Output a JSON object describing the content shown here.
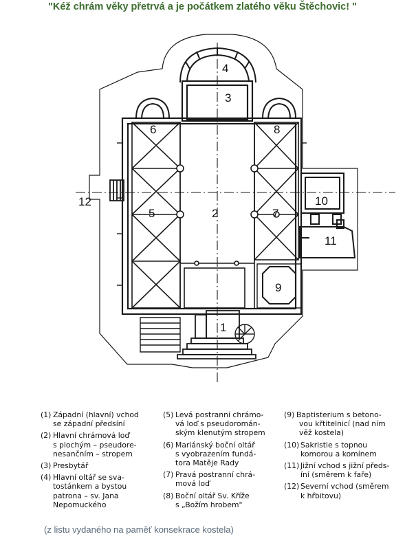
{
  "title": "\"Kéž chrám věky přetrvá a je počátkem zlatého věku Štěchovic! \"",
  "plan_labels": {
    "l1": "1",
    "l2": "2",
    "l3": "3",
    "l4": "4",
    "l5": "5",
    "l6": "6",
    "l7": "7",
    "l8": "8",
    "l9": "9",
    "l10": "10",
    "l11": "11",
    "l12": "12"
  },
  "legend": {
    "col1": [
      {
        "num": "(1)",
        "lines": [
          "Západní (hlavní) vchod",
          "se západní předsíní"
        ]
      },
      {
        "num": "(2)",
        "lines": [
          "Hlavní chrámová loď",
          "s plochým – pseudore-",
          "nesančním – stropem"
        ]
      },
      {
        "num": "(3)",
        "lines": [
          "Presbytář"
        ]
      },
      {
        "num": "(4)",
        "lines": [
          "Hlavní oltář se sva-",
          "tostánkem a bystou",
          "patrona – sv. Jana",
          "Nepomuckého"
        ]
      }
    ],
    "col2": [
      {
        "num": "(5)",
        "lines": [
          "Levá postranní chrámo-",
          "vá loď s pseudoromán-",
          "ským klenutým stropem"
        ]
      },
      {
        "num": "(6)",
        "lines": [
          "Mariánský boční oltář",
          "s vyobrazením fundá-",
          "tora Matěje Rady"
        ]
      },
      {
        "num": "(7)",
        "lines": [
          "Pravá postranní chrá-",
          "mová loď"
        ]
      },
      {
        "num": "(8)",
        "lines": [
          "Boční oltář Sv. Kříže",
          "s „Božím hrobem\""
        ]
      }
    ],
    "col3": [
      {
        "num": "(9)",
        "lines": [
          "Baptisterium s betono-",
          "vou křtitelnicí (nad ním",
          "věž kostela)"
        ]
      },
      {
        "num": "(10)",
        "lines": [
          "Sakristie s topnou",
          "komorou a komínem"
        ]
      },
      {
        "num": "(11)",
        "lines": [
          "Jižní vchod s jižní předs-",
          "íní (směrem k faře)"
        ]
      },
      {
        "num": "(12)",
        "lines": [
          "Severní vchod (směrem",
          "k hřbitovu)"
        ]
      }
    ]
  },
  "caption": "(z listu vydaného na paměť konsekrace kostela)"
}
